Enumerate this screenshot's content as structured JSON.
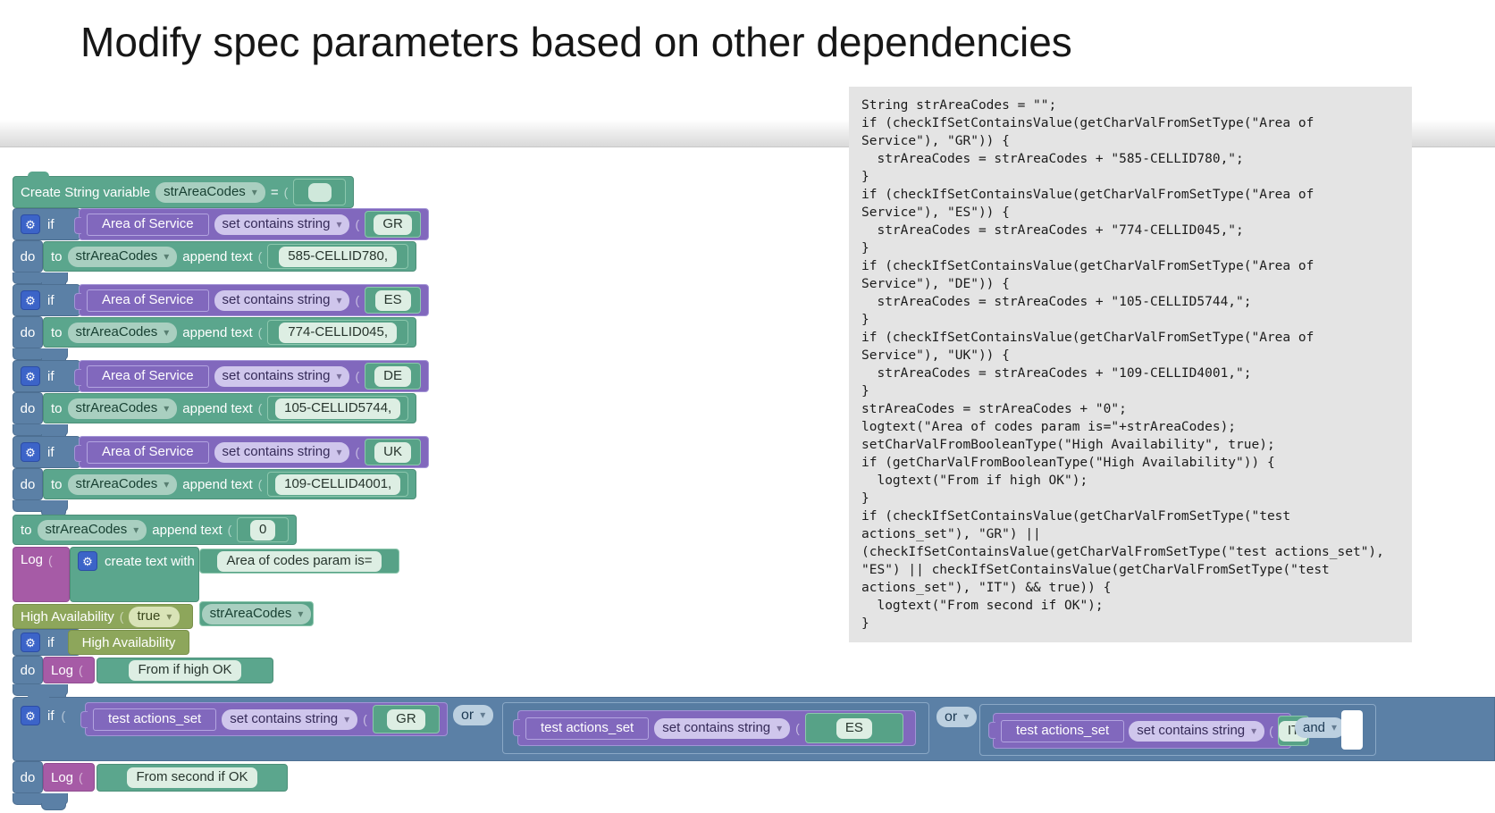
{
  "title": "Modify spec parameters based on other dependencies",
  "colors": {
    "teal_block": "#5BA68D",
    "blue_block": "#5B80A6",
    "purple_block": "#8168BD",
    "olive_block": "#8DA65B",
    "magenta_block": "#A65BA6",
    "gear_badge": "#3C64C8",
    "code_panel_bg": "#E4E4E4",
    "field_bg": "#DDEEE3"
  },
  "labels": {
    "if": "if",
    "do": "do",
    "to": "to",
    "append": "append text",
    "set_contains": "set contains string",
    "create_var": "Create String variable",
    "equals": "=",
    "log": "Log",
    "create_text": "create text with",
    "or": "or",
    "and": "and",
    "true": "true"
  },
  "vars": {
    "str_area_codes": "strAreaCodes",
    "area_of_service": "Area of Service",
    "high_availability": "High Availability",
    "test_actions_set": "test actions_set"
  },
  "rows": [
    {
      "value": "GR",
      "append": "585-CELLID780,"
    },
    {
      "value": "ES",
      "append": "774-CELLID045,"
    },
    {
      "value": "DE",
      "append": "105-CELLID5744,"
    },
    {
      "value": "UK",
      "append": "109-CELLID4001,"
    }
  ],
  "append_zero": {
    "value": "0"
  },
  "log_create": {
    "text1": "Area of codes param is="
  },
  "if_high": {
    "log_text": "From if high OK"
  },
  "big_if": {
    "values": [
      "GR",
      "ES",
      "IT"
    ],
    "log_text": "From second if OK"
  },
  "code_panel": {
    "code": "String strAreaCodes = \"\";\nif (checkIfSetContainsValue(getCharValFromSetType(\"Area of\nService\"), \"GR\")) {\n  strAreaCodes = strAreaCodes + \"585-CELLID780,\";\n}\nif (checkIfSetContainsValue(getCharValFromSetType(\"Area of\nService\"), \"ES\")) {\n  strAreaCodes = strAreaCodes + \"774-CELLID045,\";\n}\nif (checkIfSetContainsValue(getCharValFromSetType(\"Area of\nService\"), \"DE\")) {\n  strAreaCodes = strAreaCodes + \"105-CELLID5744,\";\n}\nif (checkIfSetContainsValue(getCharValFromSetType(\"Area of\nService\"), \"UK\")) {\n  strAreaCodes = strAreaCodes + \"109-CELLID4001,\";\n}\nstrAreaCodes = strAreaCodes + \"0\";\nlogtext(\"Area of codes param is=\"+strAreaCodes);\nsetCharValFromBooleanType(\"High Availability\", true);\nif (getCharValFromBooleanType(\"High Availability\")) {\n  logtext(\"From if high OK\");\n}\nif (checkIfSetContainsValue(getCharValFromSetType(\"test\nactions_set\"), \"GR\") ||\n(checkIfSetContainsValue(getCharValFromSetType(\"test actions_set\"),\n\"ES\") || checkIfSetContainsValue(getCharValFromSetType(\"test\nactions_set\"), \"IT\") && true)) {\n  logtext(\"From second if OK\");\n}"
  }
}
